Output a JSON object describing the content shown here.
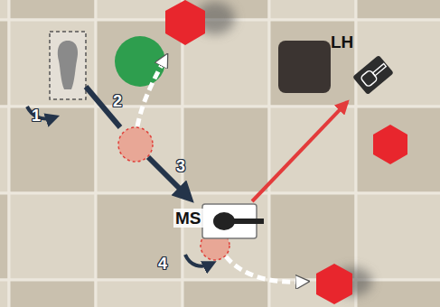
{
  "diagram": {
    "nodes": [
      {
        "text": [
          "LH"
        ]
      },
      {
        "text": [
          "MS"
        ]
      }
    ],
    "edges": [
      {
        "from": 1,
        "to": 0,
        "arrow": "to"
      }
    ],
    "labels": [
      "1",
      "2",
      "3",
      "4"
    ]
  }
}
